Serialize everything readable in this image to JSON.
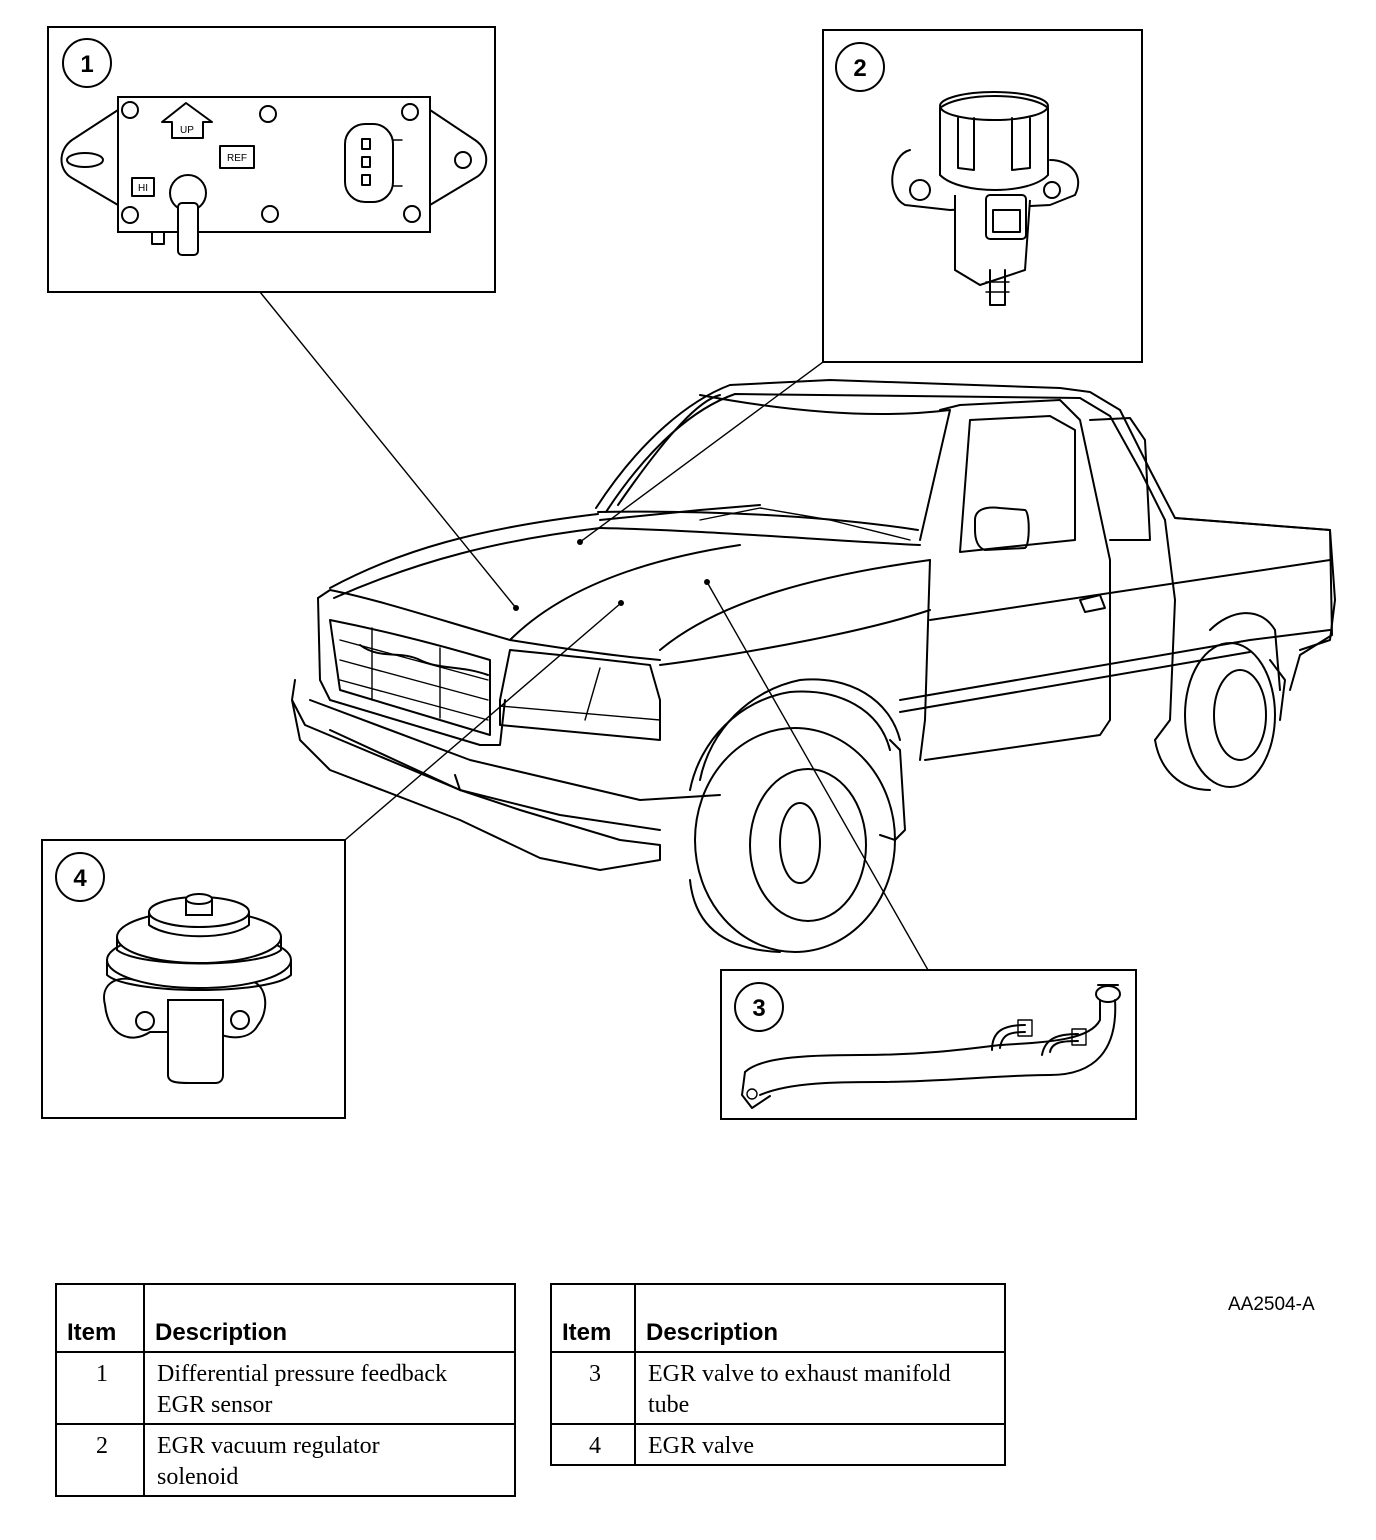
{
  "figure_id": "AA2504-A",
  "callouts": [
    {
      "number": "1",
      "labels": {
        "up": "UP",
        "ref": "REF",
        "hi": "HI"
      }
    },
    {
      "number": "2"
    },
    {
      "number": "3"
    },
    {
      "number": "4"
    }
  ],
  "tables": [
    {
      "headers": {
        "item": "Item",
        "description": "Description"
      },
      "rows": [
        {
          "item": "1",
          "description_lines": [
            "Differential pressure feedback",
            "EGR sensor"
          ]
        },
        {
          "item": "2",
          "description_lines": [
            "EGR vacuum regulator",
            "solenoid"
          ]
        }
      ]
    },
    {
      "headers": {
        "item": "Item",
        "description": "Description"
      },
      "rows": [
        {
          "item": "3",
          "description_lines": [
            "EGR valve to exhaust manifold",
            "tube"
          ]
        },
        {
          "item": "4",
          "description_lines": [
            "EGR valve"
          ]
        }
      ]
    }
  ]
}
